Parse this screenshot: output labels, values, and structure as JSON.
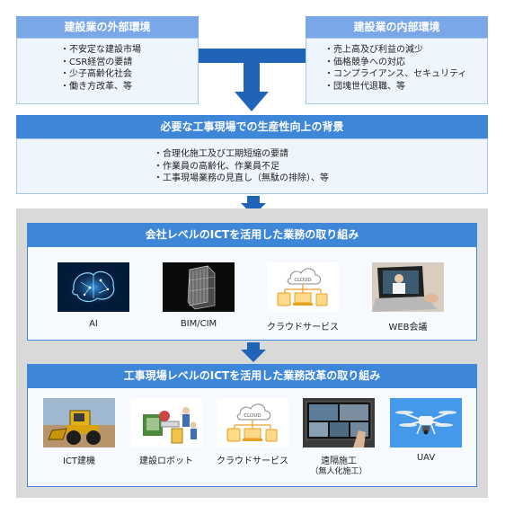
{
  "external": {
    "title": "建設業の外部環境",
    "items": [
      "・不安定な建設市場",
      "・CSR経営の要請",
      "・少子高齢化社会",
      "・働き方改革、等"
    ]
  },
  "internal": {
    "title": "建設業の内部環境",
    "items": [
      "・売上高及び利益の減少",
      "・価格競争への対応",
      "・コンプライアンス、セキュリティ",
      "・団塊世代退職、等"
    ]
  },
  "background": {
    "title": "必要な工事現場での生産性向上の背景",
    "items": [
      "・合理化施工及び工期短縮の要請",
      "・作業員の高齢化、作業員不足",
      "・工事現場業務の見直し（無駄の排除）、等"
    ]
  },
  "company": {
    "title": "会社レベルのICTを活用した業務の取り組み",
    "items": [
      {
        "label": "AI",
        "icon": "ai-brain-icon"
      },
      {
        "label": "BIM/CIM",
        "icon": "bim-building-icon"
      },
      {
        "label": "クラウドサービス",
        "icon": "cloud-service-icon",
        "cloud_text": "CLOUD"
      },
      {
        "label": "WEB会議",
        "icon": "web-meeting-icon"
      }
    ]
  },
  "site": {
    "title": "工事現場レベルのICTを活用した業務改革の取り組み",
    "items": [
      {
        "label": "ICT建機",
        "icon": "ict-machine-icon"
      },
      {
        "label": "建設ロボット",
        "icon": "construction-robot-icon"
      },
      {
        "label": "クラウドサービス",
        "icon": "cloud-service-icon",
        "cloud_text": "CLOUD"
      },
      {
        "label": "遠隔施工",
        "sublabel": "（無人化施工）",
        "icon": "remote-construction-icon"
      },
      {
        "label": "UAV",
        "icon": "uav-drone-icon"
      }
    ]
  },
  "colors": {
    "accent": "#3d86d8",
    "light_header": "#7aa7e8",
    "arrow": "#1f64b8",
    "panel": "#d9d9d9"
  }
}
